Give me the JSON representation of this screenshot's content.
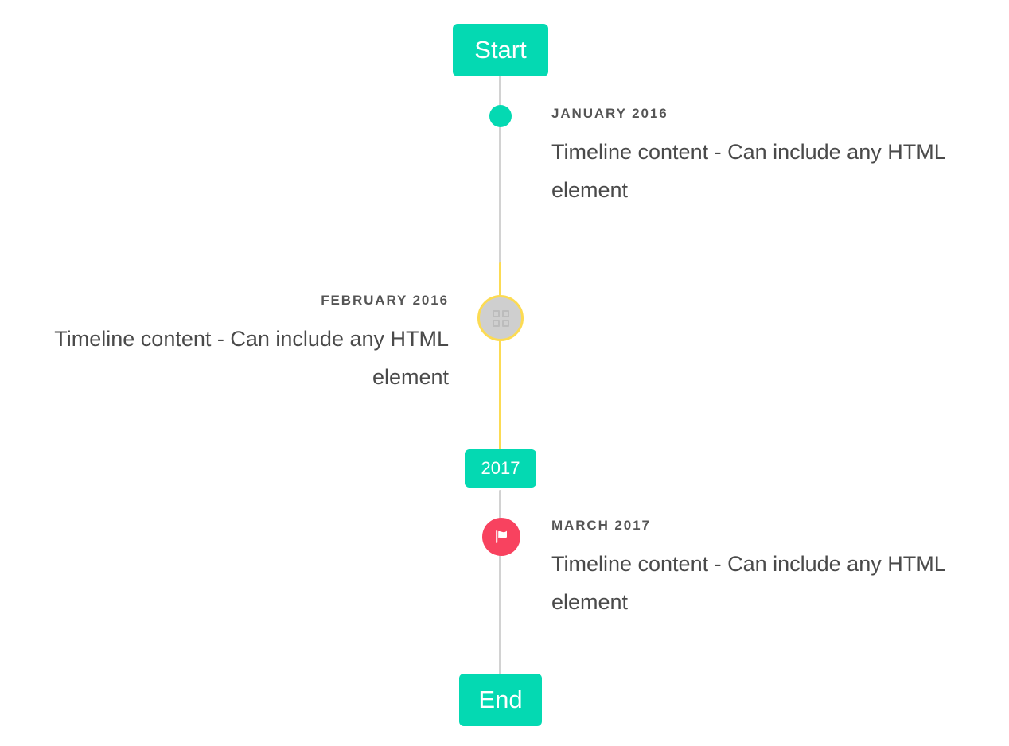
{
  "timeline": {
    "start_label": "Start",
    "end_label": "End",
    "year_label": "2017",
    "colors": {
      "accent": "#04d9b2",
      "line": "#d2d2d2",
      "line_highlight": "#fcdb53",
      "marker_flag": "#f8425f",
      "marker_ring_fill": "#cfcfcf",
      "text": "#4a4a4a",
      "date_text": "#555555",
      "background": "#ffffff"
    },
    "entries": [
      {
        "date": "January 2016",
        "body": "Timeline content - Can include any HTML element",
        "side": "right",
        "marker": "dot"
      },
      {
        "date": "February 2016",
        "body": "Timeline content - Can include any HTML element",
        "side": "left",
        "marker": "missing-glyph-icon"
      },
      {
        "date": "March 2017",
        "body": "Timeline content - Can include any HTML element",
        "side": "right",
        "marker": "flag-icon"
      }
    ]
  }
}
